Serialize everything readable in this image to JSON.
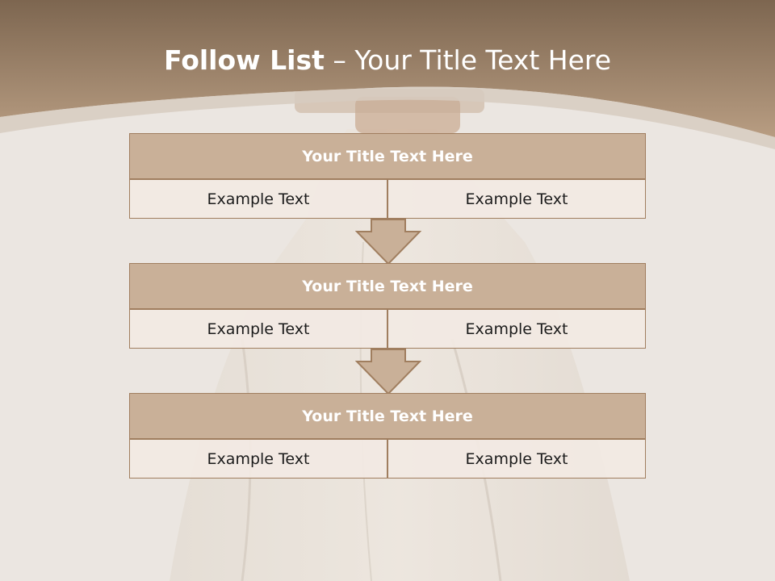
{
  "slide": {
    "title_bold": "Follow List",
    "title_rest": " – Your Title Text Here"
  },
  "blocks": [
    {
      "title": "Your Title Text Here",
      "left": "Example Text",
      "right": "Example Text"
    },
    {
      "title": "Your Title Text Here",
      "left": "Example Text",
      "right": "Example Text"
    },
    {
      "title": "Your Title Text Here",
      "left": "Example Text",
      "right": "Example Text"
    }
  ],
  "colors": {
    "header_fill": "#c9b098",
    "border": "#a07e5f",
    "banner_top": "#7d6650",
    "banner_bottom": "#b59a7f"
  }
}
